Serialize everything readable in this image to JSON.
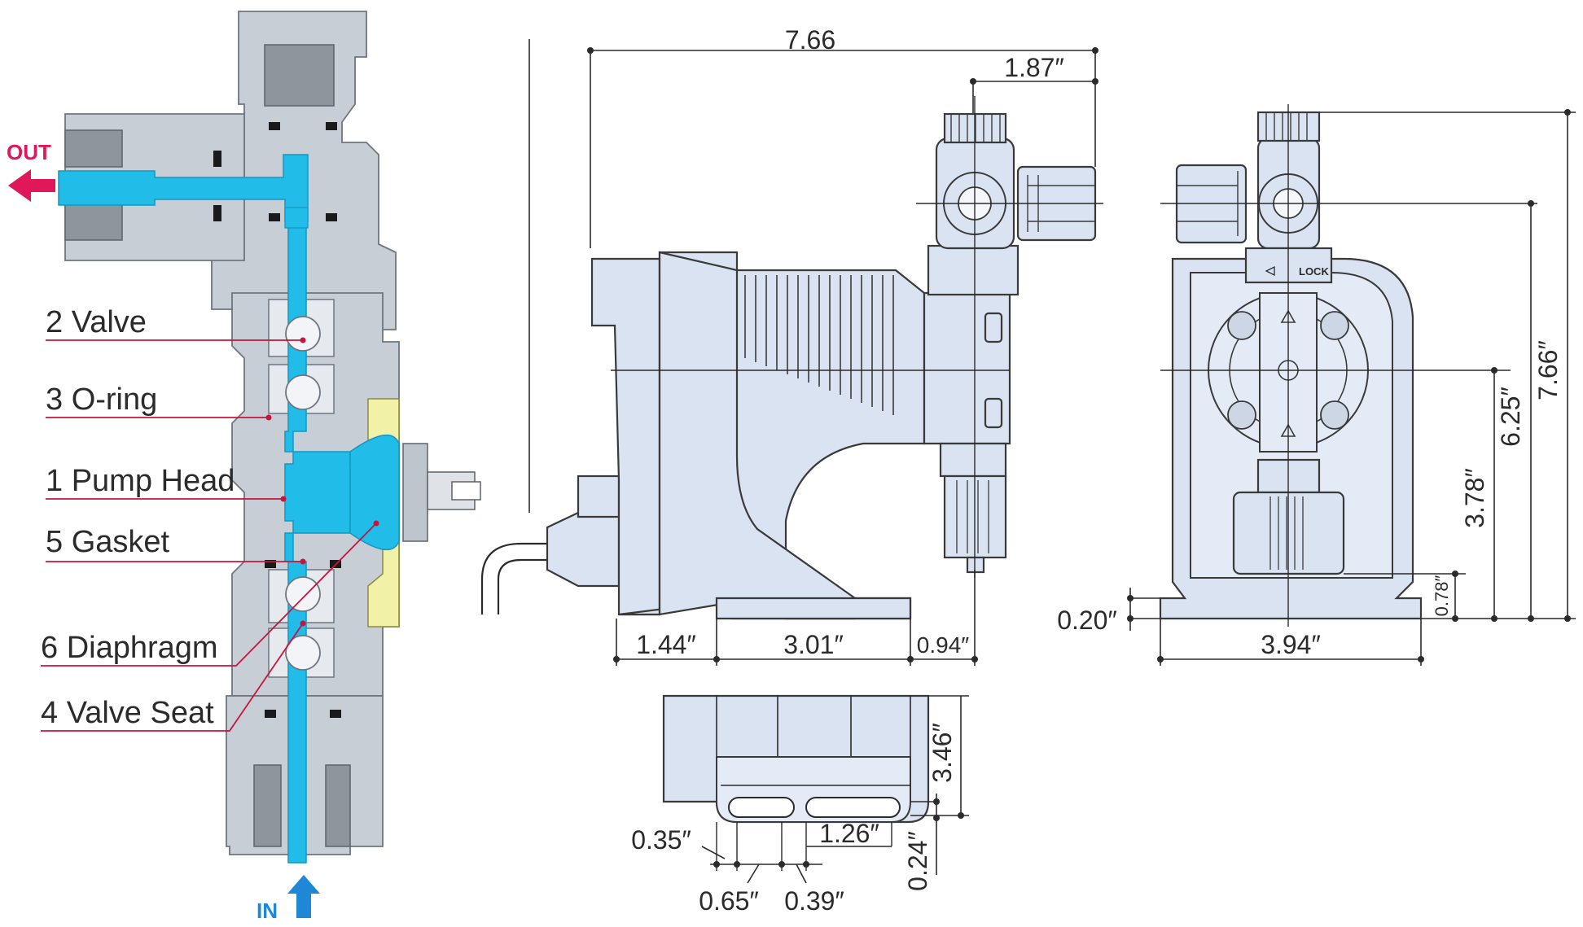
{
  "colors": {
    "flow": "#21bde8",
    "outlet_arrow": "#e0185a",
    "inlet_arrow": "#1e88d6",
    "leader": "#c8143c",
    "pump_body": "#d9e3f2",
    "section": "#c8ced6"
  },
  "cross_section": {
    "outlet_label": "OUT",
    "inlet_label": "IN",
    "parts": [
      {
        "label": "2 Valve"
      },
      {
        "label": "3 O-ring"
      },
      {
        "label": "1 Pump Head"
      },
      {
        "label": "5 Gasket"
      },
      {
        "label": "6 Diaphragm"
      },
      {
        "label": "4 Valve Seat"
      }
    ]
  },
  "side_view": {
    "total_width": "7.66",
    "head_width": "1.87″",
    "base_left": "1.44″",
    "base_mid": "3.01″",
    "base_right": "0.94″"
  },
  "front_view": {
    "lock_text": "LOCK",
    "height_total": "7.66″",
    "height_outlet": "6.25″",
    "height_center": "3.78″",
    "height_mount": "0.78″",
    "base_thickness": "0.20″",
    "base_width": "3.94″"
  },
  "bottom_view": {
    "depth": "3.46″",
    "slot_offset": "0.35″",
    "slot_pitch": "1.26″",
    "slot_width": "0.65″",
    "slot_gap": "0.39″",
    "slot_height": "0.24″"
  }
}
